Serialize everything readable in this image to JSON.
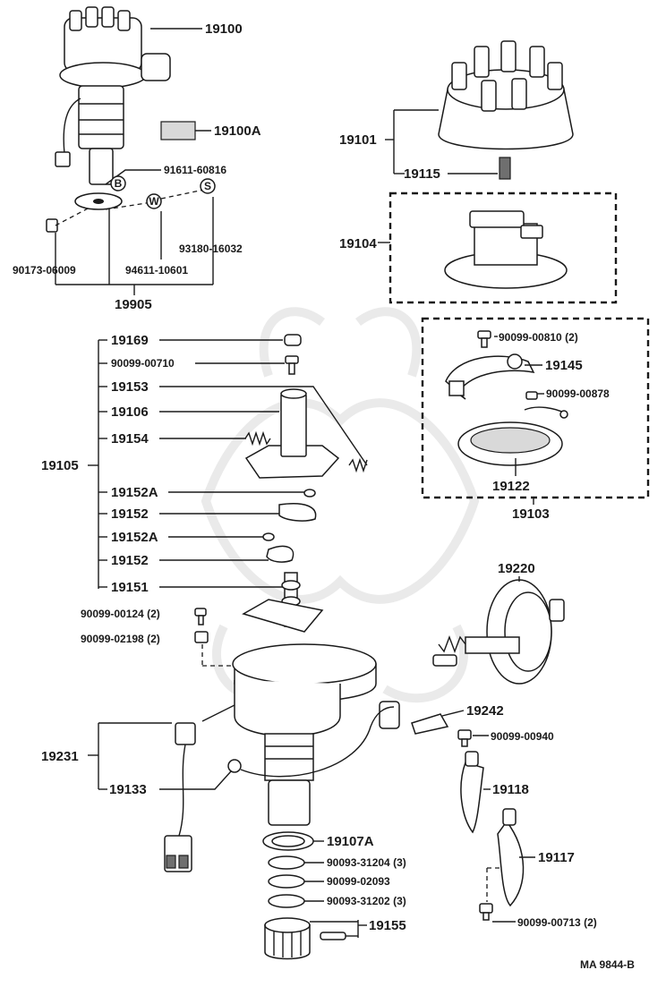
{
  "labels": {
    "p19100": "19100",
    "p19100A": "19100A",
    "p91611": "91611-60816",
    "p93180": "93180-16032",
    "p90173": "90173-06009",
    "p94611": "94611-10601",
    "p19905": "19905",
    "p19101": "19101",
    "p19115": "19115",
    "p19104": "19104",
    "p19169": "19169",
    "p90099_00710": "90099-00710",
    "p19153": "19153",
    "p19106": "19106",
    "p19154": "19154",
    "p19105": "19105",
    "p19152A_1": "19152A",
    "p19152_1": "19152",
    "p19152A_2": "19152A",
    "p19152_2": "19152",
    "p19151": "19151",
    "p90099_00810": "90099-00810 (2)",
    "p19145": "19145",
    "p90099_00878": "90099-00878",
    "p19122": "19122",
    "p19103": "19103",
    "p19220": "19220",
    "p90099_00124": "90099-00124 (2)",
    "p90099_02198": "90099-02198 (2)",
    "p19242": "19242",
    "p90099_00940": "90099-00940",
    "p19231": "19231",
    "p19118": "19118",
    "p19133": "19133",
    "p19107A": "19107A",
    "p19117": "19117",
    "p90093_31204": "90093-31204 (3)",
    "p90099_02093": "90099-02093",
    "p90093_31202": "90093-31202 (3)",
    "p19155": "19155",
    "p90099_00713": "90099-00713 (2)",
    "ref": "MA  9844-B"
  },
  "markers": {
    "b": "B",
    "w": "W",
    "s": "S"
  }
}
